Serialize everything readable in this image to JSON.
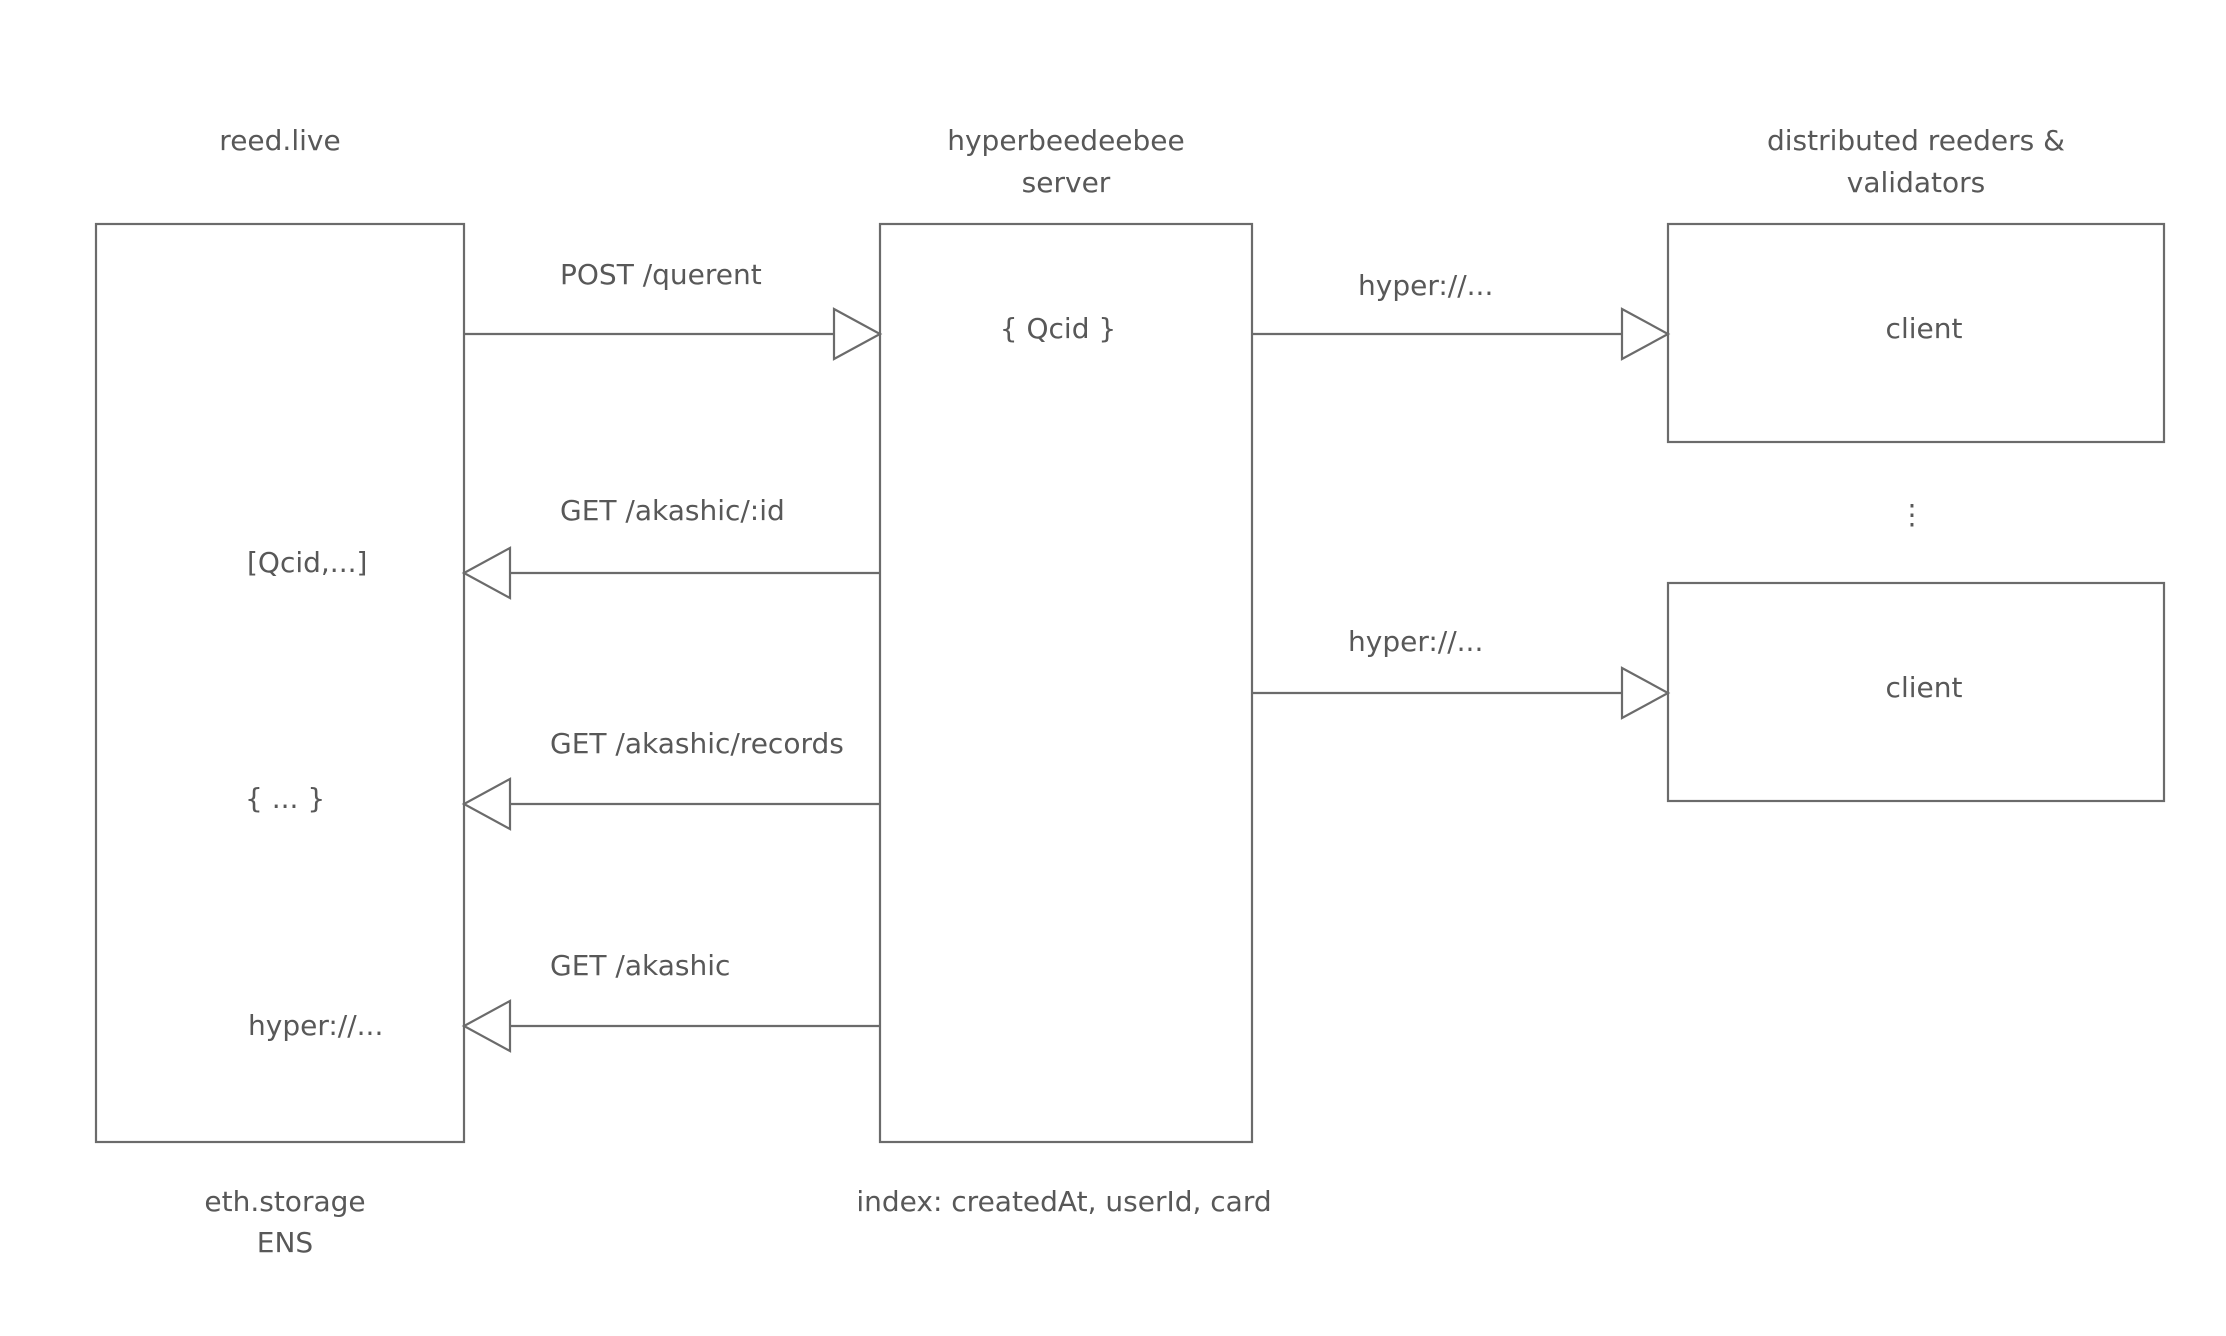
{
  "nodes": {
    "reed": {
      "title": "reed.live",
      "items": [
        "[Qcid,...]",
        "{ ... }",
        "hyper://..."
      ],
      "footer": [
        "eth.storage",
        "ENS"
      ]
    },
    "server": {
      "title": [
        "hyperbeedeebee",
        "server"
      ],
      "content": "{ Qcid }",
      "footer": "index: createdAt, userId, card"
    },
    "clients": {
      "title": [
        "distributed reeders &",
        "validators"
      ],
      "items": [
        "client",
        "client"
      ],
      "ellipsis": "⋮"
    }
  },
  "edges": {
    "post_querent": "POST /querent",
    "get_akashic_id": "GET /akashic/:id",
    "get_akashic_records": "GET /akashic/records",
    "get_akashic": "GET /akashic",
    "hyper_client_1": "hyper://...",
    "hyper_client_2": "hyper://..."
  }
}
